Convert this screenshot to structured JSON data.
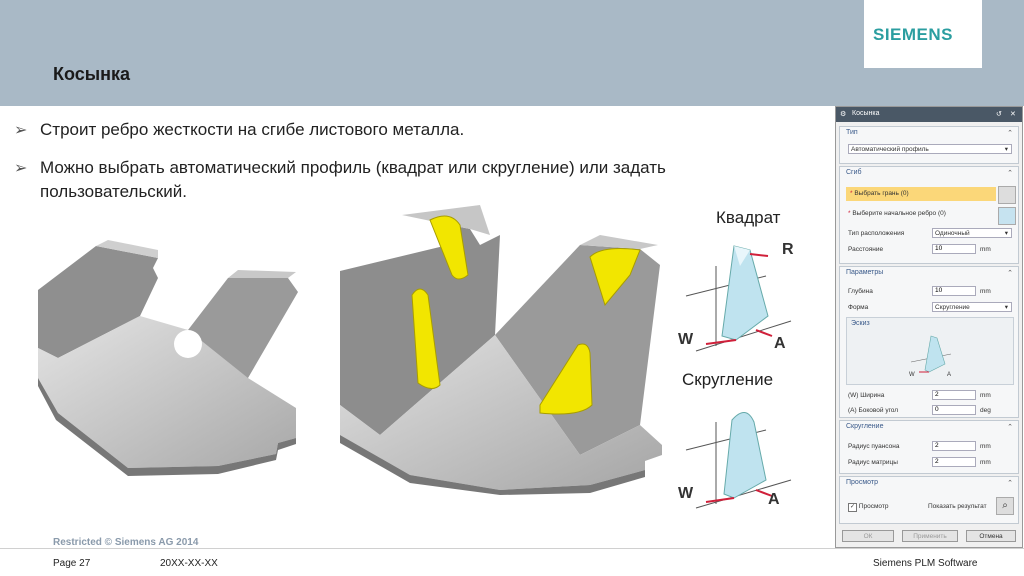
{
  "slide": {
    "title": "Косынка",
    "logo": "SIEMENS",
    "bullets": [
      {
        "marker": "➢",
        "text": "Строит ребро жесткости на сгибе листового металла."
      },
      {
        "marker": "➢",
        "text": "Можно выбрать автоматический профиль (квадрат или скругление) или задать пользовательский."
      }
    ],
    "label_square": "Квадрат",
    "label_round": "Скругление",
    "dim_R": "R",
    "dim_W": "W",
    "dim_A": "A"
  },
  "footer": {
    "restricted": "Restricted © Siemens AG 2014",
    "page": "Page 27",
    "date": "20XX-XX-XX",
    "company": "Siemens PLM Software"
  },
  "dialog": {
    "title": "Косынка",
    "type_header": "Тип",
    "type_value": "Автоматический профиль",
    "bend_header": "Сгиб",
    "select_face": "Выбрать грань (0)",
    "select_edge": "Выберите начальное ребро (0)",
    "placement_label": "Тип расположения",
    "placement_value": "Одиночный",
    "distance_label": "Расстояние",
    "distance_value": "10",
    "params_header": "Параметры",
    "depth_label": "Глубина",
    "depth_value": "10",
    "shape_label": "Форма",
    "shape_value": "Скругление",
    "sketch_header": "Эскиз",
    "width_label": "(W) Ширина",
    "width_value": "2",
    "side_angle_label": "(A) Боковой угол",
    "side_angle_value": "0",
    "unit_mm": "mm",
    "unit_deg": "deg",
    "round_header": "Скругление",
    "punch_label": "Радиус пуансона",
    "punch_value": "2",
    "die_label": "Радиус матрицы",
    "die_value": "2",
    "preview_header": "Просмотр",
    "preview_label": "Просмотр",
    "show_result": "Показать результат",
    "ok": "ОК",
    "apply": "Применить",
    "cancel": "Отмена"
  },
  "colors": {
    "header_bg": "#a9b9c6",
    "logo": "#2b9ea0",
    "gusset": "#f2e600",
    "dim_red": "#d0203a"
  }
}
